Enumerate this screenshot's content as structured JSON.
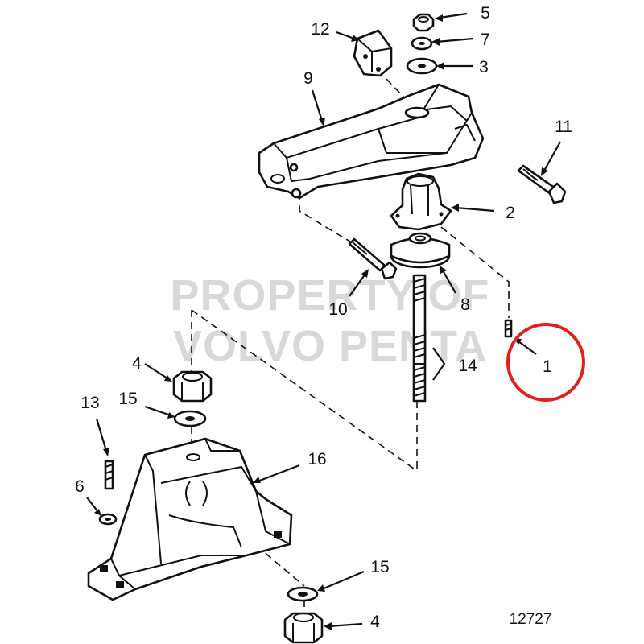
{
  "diagram": {
    "watermark": [
      "PROPERTY OF",
      "VOLVO PENTA"
    ],
    "figure_number": "12727",
    "highlight_color": "#e0201b",
    "callouts": [
      {
        "id": "c1",
        "text": "1"
      },
      {
        "id": "c2",
        "text": "2"
      },
      {
        "id": "c3",
        "text": "3"
      },
      {
        "id": "c4a",
        "text": "4"
      },
      {
        "id": "c4b",
        "text": "4"
      },
      {
        "id": "c5",
        "text": "5"
      },
      {
        "id": "c6",
        "text": "6"
      },
      {
        "id": "c7",
        "text": "7"
      },
      {
        "id": "c8",
        "text": "8"
      },
      {
        "id": "c9",
        "text": "9"
      },
      {
        "id": "c10",
        "text": "10"
      },
      {
        "id": "c11",
        "text": "11"
      },
      {
        "id": "c12",
        "text": "12"
      },
      {
        "id": "c13",
        "text": "13"
      },
      {
        "id": "c14",
        "text": "14"
      },
      {
        "id": "c15a",
        "text": "15"
      },
      {
        "id": "c15b",
        "text": "15"
      },
      {
        "id": "c16",
        "text": "16"
      }
    ]
  }
}
